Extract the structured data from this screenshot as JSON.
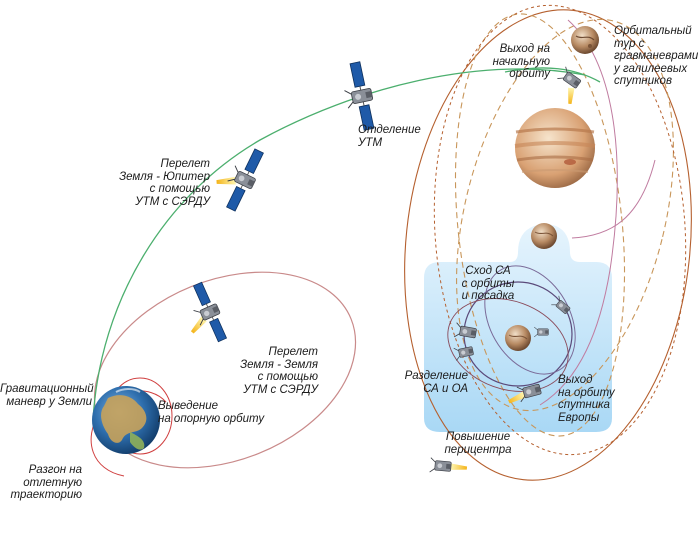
{
  "colors": {
    "earth_orbit": "#c98a8a",
    "transfer_green": "#4caf6e",
    "jupiter_orbits_brown": "#b5602f",
    "jupiter_orbits_dashed": "#c8965a",
    "europa_panel": "#bfe3f8",
    "europa_orbit": "#5b4a7a",
    "solar_panel": "#1f5aa8",
    "flame": "#f4c430"
  },
  "labels": {
    "gravity_assist": "Гравитационный\nманевр у Земли",
    "departure_acceleration": "Разгон на\nотлетную\nтраекторию",
    "parking_orbit_insertion": "Выведение\nна опорную орбиту",
    "earth_earth_transfer": "Перелет\nЗемля - Земля\nс помощью\nУТМ с СЭРДУ",
    "earth_jupiter_transfer": "Перелет\nЗемля - Юпитер\nс помощью\nУТМ с СЭРДУ",
    "utm_separation": "Отделение\nУТМ",
    "initial_orbit_entry": "Выход на\nначальную\nорбиту",
    "orbital_tour": "Орбитальный\nтур с\nгравманеврами\nу галилеевых\nспутников",
    "descent_landing": "Сход СА\nс орбиты\nи посадка",
    "sa_oa_separation": "Разделение\nСА и ОА",
    "europa_orbit_entry": "Выход\nна орбиту\nспутника\nЕвропы",
    "pericenter_raise": "Повышение\nперицентра"
  },
  "icons": {
    "earth": "earth-globe-icon",
    "jupiter": "jupiter-planet-icon",
    "moon": "galilean-moon-icon",
    "europa": "europa-moon-icon",
    "spacecraft": "spacecraft-icon"
  }
}
